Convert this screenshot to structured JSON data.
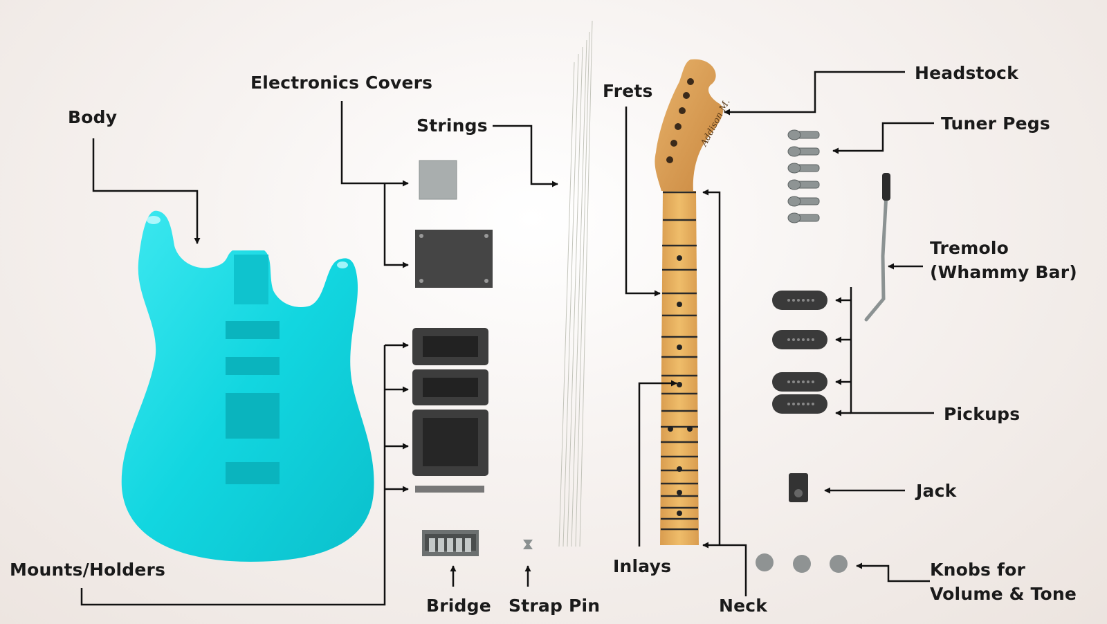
{
  "labels": {
    "body": "Body",
    "electronics_covers": "Electronics Covers",
    "strings": "Strings",
    "frets": "Frets",
    "headstock": "Headstock",
    "tuner_pegs": "Tuner Pegs",
    "tremolo_line1": "Tremolo",
    "tremolo_line2": "(Whammy Bar)",
    "pickups": "Pickups",
    "jack": "Jack",
    "knobs_line1": "Knobs for",
    "knobs_line2": "Volume & Tone",
    "mounts_holders": "Mounts/Holders",
    "bridge": "Bridge",
    "strap_pin": "Strap Pin",
    "inlays": "Inlays",
    "neck": "Neck",
    "headstock_brand": "Addison M."
  },
  "colors": {
    "body": "#12d6e0",
    "neck_wood": "#e8b15d",
    "headstock_wood": "#d99a4a",
    "hardware_dark": "#3d3d3d",
    "hardware_light": "#aeb3b3",
    "arrow": "#111111"
  }
}
